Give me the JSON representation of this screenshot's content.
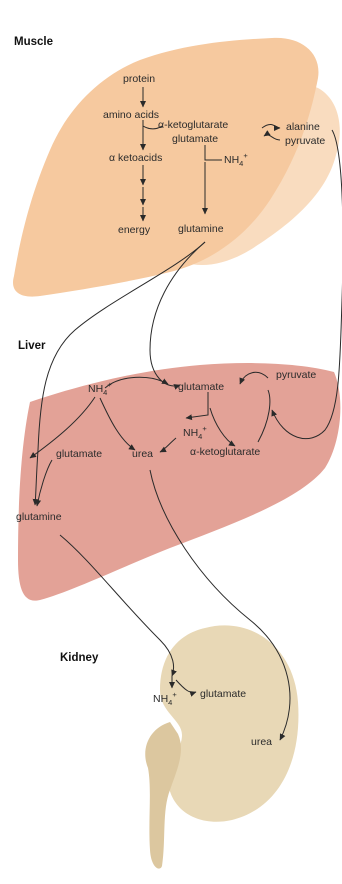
{
  "colors": {
    "muscle": "#f6c99f",
    "muscle_back": "#f9dcbf",
    "liver": "#e3a297",
    "kidney": "#e8d8b6",
    "kidney_dark": "#dcc79f",
    "ink": "#2b2b2b"
  },
  "muscle": {
    "title": "Muscle",
    "protein": "protein",
    "amino_acids": "amino acids",
    "alpha_ketoglutarate": "α-ketoglutarate",
    "glutamate": "glutamate",
    "alanine": "alanine",
    "pyruvate": "pyruvate",
    "alpha_ketoacids": "α ketoacids",
    "nh4": "NH",
    "nh4_sub": "4",
    "nh4_sup": "+",
    "energy": "energy",
    "glutamine": "glutamine"
  },
  "liver": {
    "title": "Liver",
    "nh4": "NH",
    "nh4_sub": "4",
    "nh4_sup": "+",
    "glutamate_top": "glutamate",
    "pyruvate": "pyruvate",
    "nh4_mid": "NH",
    "nh4_mid_sub": "4",
    "nh4_mid_sup": "+",
    "glutamate_left": "glutamate",
    "urea": "urea",
    "alpha_ketoglutarate": "α-ketoglutarate",
    "glutamine": "glutamine"
  },
  "kidney": {
    "title": "Kidney",
    "nh4": "NH",
    "nh4_sub": "4",
    "nh4_sup": "+",
    "glutamate": "glutamate",
    "urea": "urea"
  }
}
